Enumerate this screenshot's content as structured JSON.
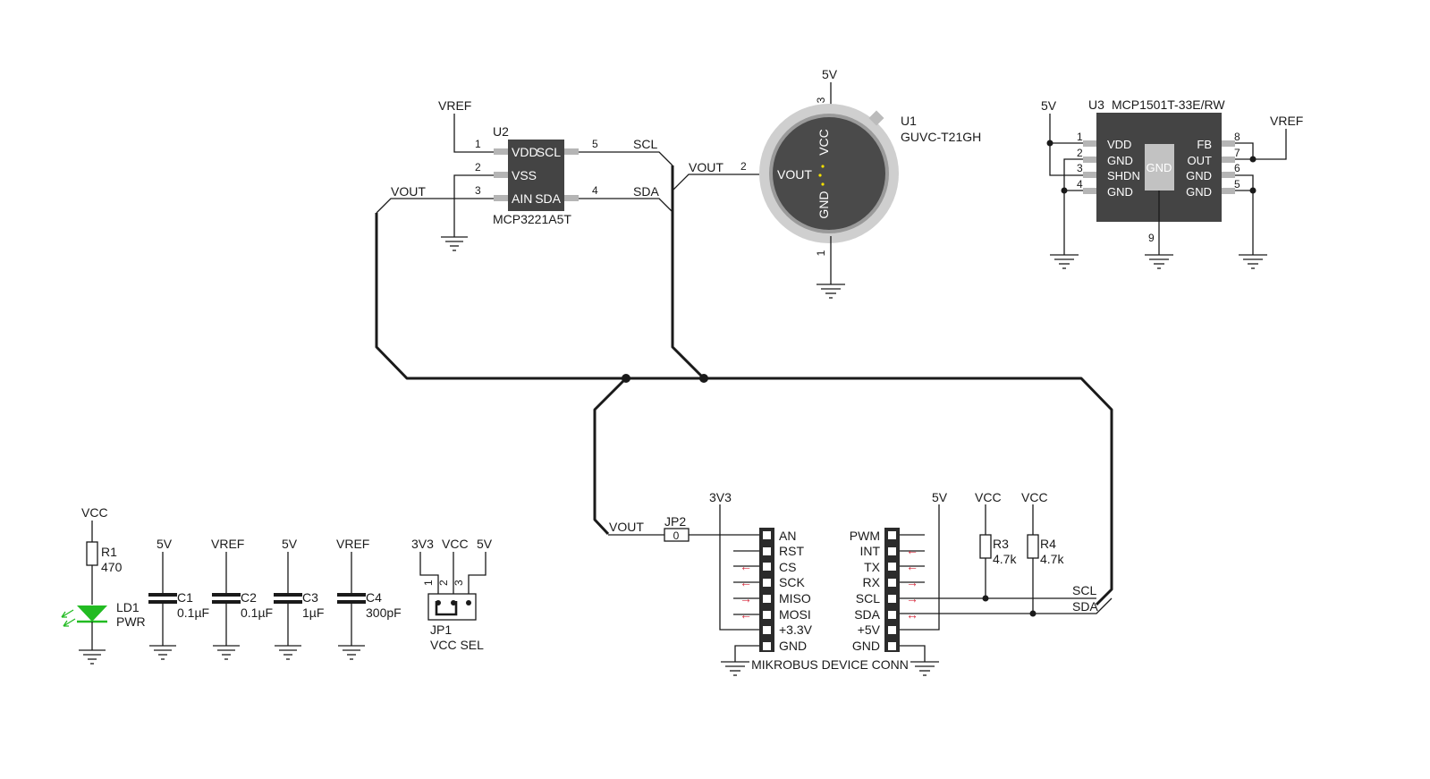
{
  "colors": {
    "wire": "#1a1a1a",
    "ic_body": "#444444",
    "pin_pad": "#b5b5b5",
    "led": "#22bb22",
    "arrow": "#d42a3c",
    "background": "#ffffff"
  },
  "nets": {
    "vref": "VREF",
    "vout": "VOUT",
    "scl": "SCL",
    "sda": "SDA",
    "v5": "5V",
    "v33": "3V3",
    "vcc": "VCC"
  },
  "u2": {
    "ref": "U2",
    "part": "MCP3221A5T",
    "pins": [
      {
        "num": "1",
        "name": "VDD"
      },
      {
        "num": "2",
        "name": "VSS"
      },
      {
        "num": "3",
        "name": "AIN"
      },
      {
        "num": "4",
        "name": "SDA"
      },
      {
        "num": "5",
        "name": "SCL"
      }
    ]
  },
  "u1": {
    "ref": "U1",
    "part": "GUVC-T21GH",
    "inner": {
      "vcc": "VCC",
      "vout": "VOUT",
      "gnd": "GND"
    },
    "pins": {
      "p1": "1",
      "p2": "2",
      "p3": "3"
    }
  },
  "u3": {
    "ref": "U3",
    "part": "MCP1501T-33E/RW",
    "pad_label": "GND",
    "left_pins": [
      {
        "num": "1",
        "name": "VDD"
      },
      {
        "num": "2",
        "name": "GND"
      },
      {
        "num": "3",
        "name": "SHDN"
      },
      {
        "num": "4",
        "name": "GND"
      }
    ],
    "right_pins": [
      {
        "num": "8",
        "name": "FB"
      },
      {
        "num": "7",
        "name": "OUT"
      },
      {
        "num": "6",
        "name": "GND"
      },
      {
        "num": "5",
        "name": "GND"
      }
    ],
    "pad_pin": "9"
  },
  "led": {
    "r_ref": "R1",
    "r_value": "470",
    "ref": "LD1",
    "label": "PWR"
  },
  "caps": [
    {
      "ref": "C1",
      "value": "0.1µF",
      "net": "5V"
    },
    {
      "ref": "C2",
      "value": "0.1µF",
      "net": "VREF"
    },
    {
      "ref": "C3",
      "value": "1µF",
      "net": "5V"
    },
    {
      "ref": "C4",
      "value": "300pF",
      "net": "VREF"
    }
  ],
  "jp1": {
    "ref": "JP1",
    "label": "VCC SEL",
    "nets": [
      "3V3",
      "VCC",
      "5V"
    ],
    "pins": [
      "1",
      "2",
      "3"
    ]
  },
  "jp2": {
    "ref": "JP2",
    "value": "0"
  },
  "pullups": [
    {
      "ref": "R3",
      "value": "4.7k"
    },
    {
      "ref": "R4",
      "value": "4.7k"
    }
  ],
  "mikrobus": {
    "title": "MIKROBUS DEVICE CONN",
    "left": [
      "AN",
      "RST",
      "CS",
      "SCK",
      "MISO",
      "MOSI",
      "+3.3V",
      "GND"
    ],
    "right": [
      "PWM",
      "INT",
      "TX",
      "RX",
      "SCL",
      "SDA",
      "+5V",
      "GND"
    ],
    "arrows": {
      "in": "←",
      "out": "→",
      "bi": "↔"
    }
  }
}
